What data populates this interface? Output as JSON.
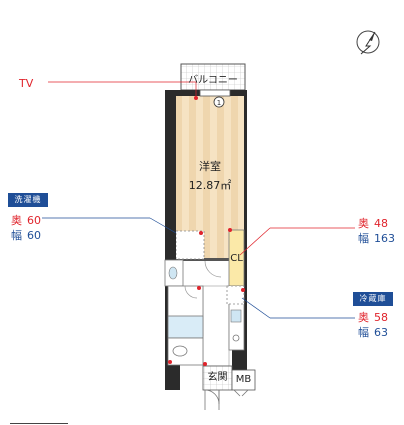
{
  "labels": {
    "tv": "TV",
    "balcony": "バルコニー",
    "room_name": "洋室",
    "room_area": "12.87㎡",
    "closet": "CL",
    "entrance": "玄関",
    "meter_box": "MB",
    "marker_number": "1"
  },
  "washer": {
    "tag": "洗濯機",
    "depth_label": "奥",
    "depth_value": "60",
    "width_label": "幅",
    "width_value": "60"
  },
  "closet_dims": {
    "depth_label": "奥",
    "depth_value": "48",
    "width_label": "幅",
    "width_value": "163"
  },
  "fridge": {
    "tag": "冷蔵庫",
    "depth_label": "奥",
    "depth_value": "58",
    "width_label": "幅",
    "width_value": "63"
  },
  "icons": {
    "compass": "compass-north-icon",
    "measure_dot": "red-dot-marker"
  },
  "colors": {
    "wall": "#2b2b2b",
    "floor_light": "#f6e3c3",
    "floor_stripe": "#edd3a8",
    "leader_red": "#e0242c",
    "leader_blue": "#1f4e97",
    "wet_area": "#ffffff",
    "closet": "#fbe9a8"
  }
}
